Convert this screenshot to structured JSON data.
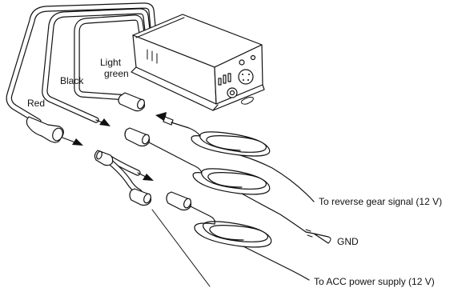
{
  "labels": {
    "light_line1": "Light",
    "light_line2": "green",
    "black": "Black",
    "red": "Red",
    "reverse": "To reverse gear signal (12 V)",
    "gnd": "GND",
    "acc": "To ACC power supply (12 V)"
  }
}
